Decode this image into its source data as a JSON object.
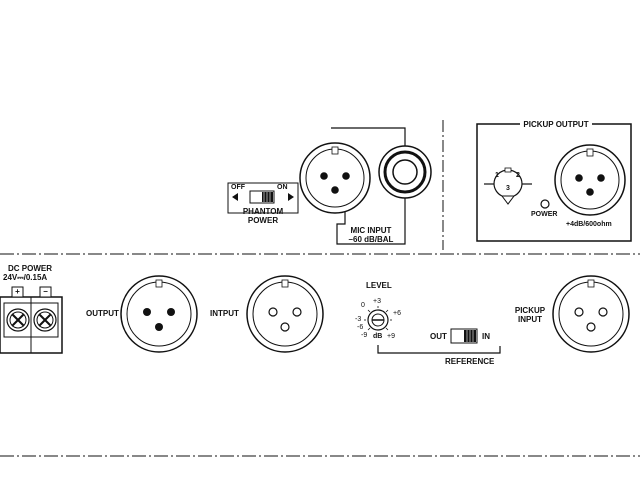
{
  "labels": {
    "off": "OFF",
    "on": "ON",
    "phantom_1": "PHANTOM",
    "phantom_2": "POWER",
    "mic_input_1": "MIC INPUT",
    "mic_input_2": "–60 dB/BAL",
    "pickup_output": "PICKUP OUTPUT",
    "power": "POWER",
    "out_level": "+4dB/600ohm",
    "dc_power_1": "DC POWER",
    "dc_power_2": "24V⎓/0.15A",
    "plus": "+",
    "minus": "−",
    "output": "OUTPUT",
    "intput": "INTPUT",
    "level": "LEVEL",
    "db": "dB",
    "scale": [
      "0",
      "+3",
      "+6",
      "+9",
      "-3",
      "-6",
      "-9"
    ],
    "out": "OUT",
    "in": "IN",
    "reference": "REFERENCE",
    "pickup_input_1": "PICKUP",
    "pickup_input_2": "INPUT",
    "pins": [
      "1",
      "2",
      "3"
    ]
  },
  "colors": {
    "ink": "#111111",
    "background": "#ffffff"
  }
}
